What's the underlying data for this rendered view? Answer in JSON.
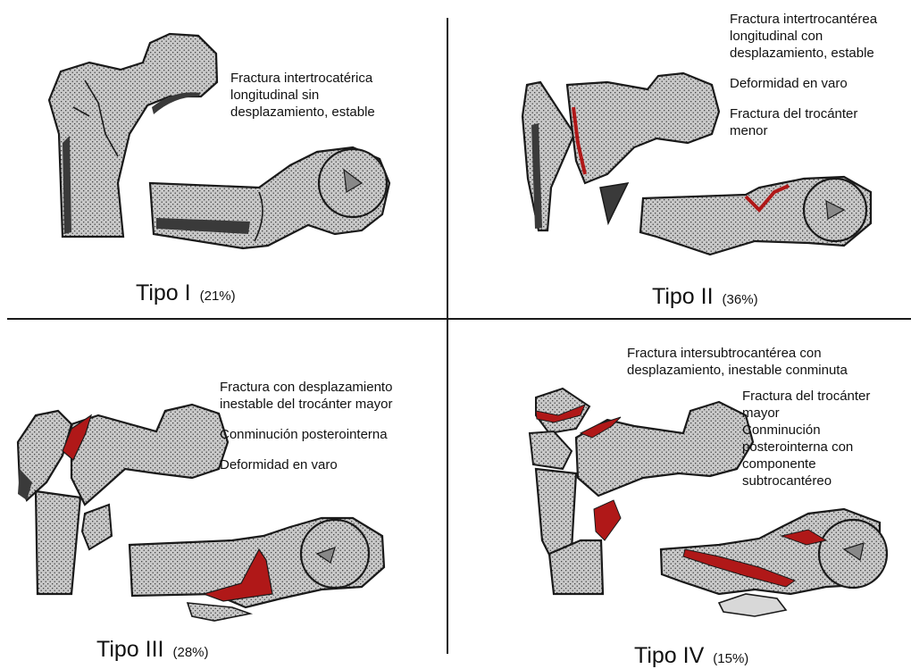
{
  "panels": [
    {
      "title": "Tipo I",
      "percent": "(21%)",
      "lines": [
        "Fractura intertrocatérica\nlongitudinal sin\ndesplazamiento, estable"
      ]
    },
    {
      "title": "Tipo II",
      "percent": "(36%)",
      "lines": [
        "Fractura intertrocantérea\nlongitudinal con\ndesplazamiento, estable",
        "Deformidad en varo",
        "Fractura del trocánter\nmenor"
      ]
    },
    {
      "title": "Tipo III",
      "percent": "(28%)",
      "lines": [
        "Fractura con desplazamiento\ninestable del trocánter mayor",
        "Conminución posterointerna",
        "Deformidad en varo"
      ]
    },
    {
      "title": "Tipo IV",
      "percent": "(15%)",
      "heading": "Fractura intersubtrocantérea con\ndesplazamiento, inestable conminuta",
      "lines": [
        "Fractura del trocánter\nmayor",
        "Conminución\nposterointerna con\ncomponente\nsubtrocantéreo"
      ]
    }
  ],
  "colors": {
    "bone": "#c9c9c9",
    "fracture": "#b01818",
    "cortex": "#3a3a3a",
    "line": "#1a1a1a"
  }
}
